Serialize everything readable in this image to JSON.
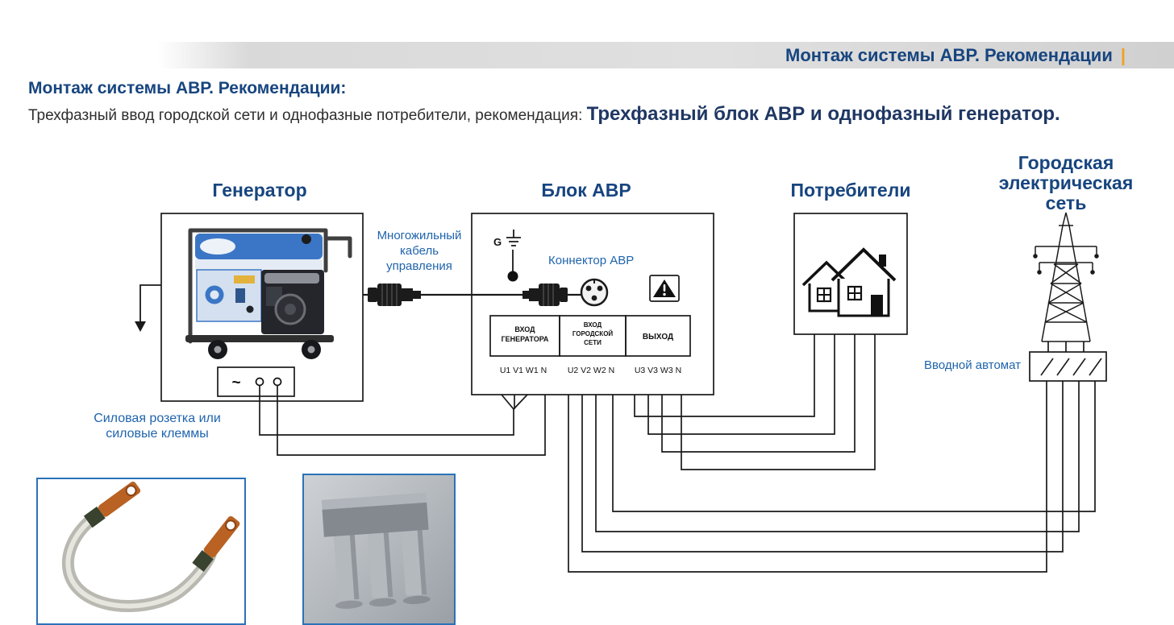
{
  "colors": {
    "title_blue": "#17457f",
    "label_blue": "#1f64ad",
    "accent_orange": "#f0a11e",
    "photo_border": "#2b72b8"
  },
  "header": {
    "title": "Монтаж системы АВР. Рекомендации",
    "accent_bar": "|"
  },
  "heading": "Монтаж системы АВР. Рекомендации:",
  "intro": {
    "normal": "Трехфазный ввод городской сети и однофазные потребители, рекомендация:",
    "bold": "Трехфазный блок АВР и однофазный генератор."
  },
  "diagram": {
    "generator_label": "Генератор",
    "avr_label": "Блок АВР",
    "consumers_label": "Потребители",
    "grid_label": "Городская электрическая сеть",
    "control_cable_label": "Многожильный кабель управления",
    "avr_connector_label": "Коннектор АВР",
    "socket_label": "Силовая розетка или силовые клеммы",
    "breaker_label": "Вводной автомат",
    "ground_letter": "G",
    "socket_tilde": "~",
    "terminal_boxes": [
      {
        "name": "generator-input",
        "lines": [
          "ВХОД",
          "ГЕНЕРАТОРА"
        ]
      },
      {
        "name": "city-input",
        "lines": [
          "ВХОД",
          "ГОРОДСКОЙ",
          "СЕТИ"
        ]
      },
      {
        "name": "output",
        "lines": [
          "ВЫХОД"
        ]
      }
    ],
    "terminal_rows": [
      "U1 V1 W1 N",
      "U2 V2 W2 N",
      "U3 V3 W3 N"
    ]
  }
}
